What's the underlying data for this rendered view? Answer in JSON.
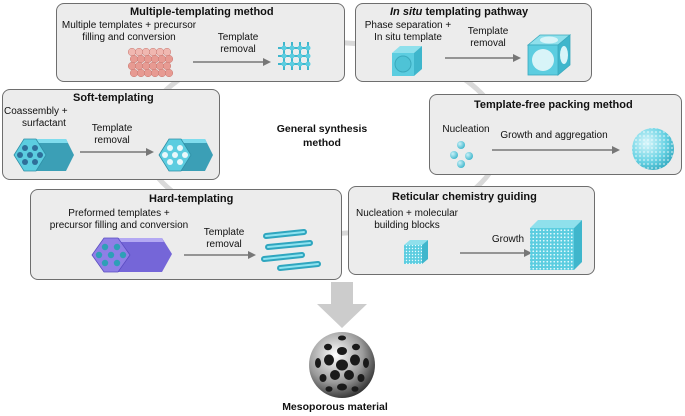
{
  "center": {
    "line1": "General synthesis",
    "line2": "method"
  },
  "product": {
    "label": "Mesoporous material"
  },
  "methods": {
    "multiple": {
      "title": "Multiple-templating method",
      "step1_line1": "Multiple templates + precursor",
      "step1_line2": "filling and conversion",
      "arrow_line1": "Template",
      "arrow_line2": "removal"
    },
    "insitu": {
      "title_italic": "In situ",
      "title_rest": " templating pathway",
      "step1_line1": "Phase separation +",
      "step1_line2": "In situ template",
      "arrow_line1": "Template",
      "arrow_line2": "removal"
    },
    "soft": {
      "title": "Soft-templating",
      "step1_line1": "Coassembly +",
      "step1_line2": "surfactant",
      "arrow_line1": "Template",
      "arrow_line2": "removal"
    },
    "templatefree": {
      "title": "Template-free packing method",
      "step1": "Nucleation",
      "arrow": "Growth and aggregation"
    },
    "hard": {
      "title": "Hard-templating",
      "step1_line1": "Preformed templates +",
      "step1_line2": "precursor filling and conversion",
      "arrow_line1": "Template",
      "arrow_line2": "removal"
    },
    "reticular": {
      "title": "Reticular chemistry guiding",
      "step1_line1": "Nucleation + molecular",
      "step1_line2": "building blocks",
      "arrow": "Growth"
    }
  },
  "colors": {
    "box_bg": "#ececec",
    "box_border": "#6e6e6e",
    "cyan": "#5ccde0",
    "pink": "#e79a92",
    "violet": "#8f7fe6",
    "ring": "#d9d9d9",
    "big_arrow": "#cccccc"
  }
}
